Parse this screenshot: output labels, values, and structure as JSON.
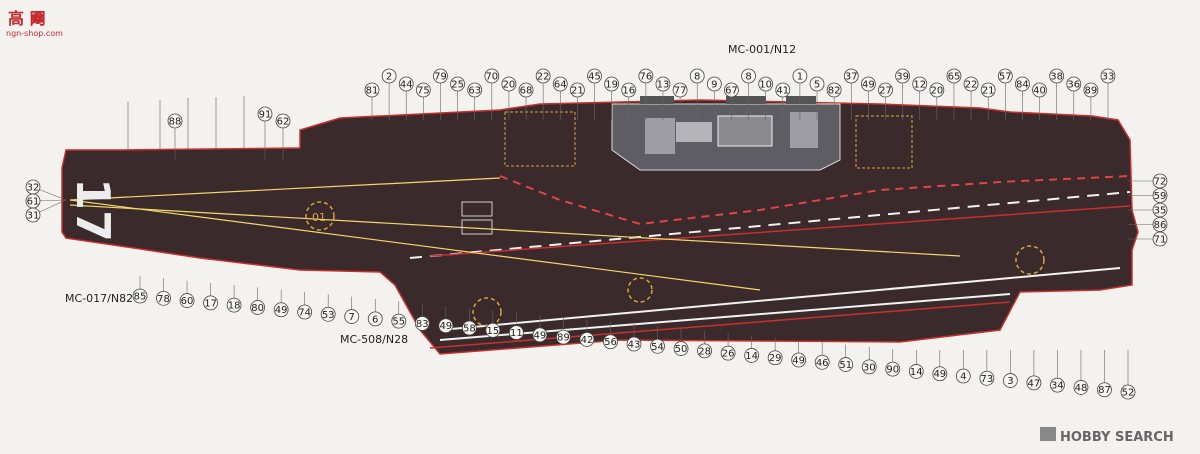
{
  "watermark": {
    "logo_text": "高 网",
    "site": "ngn-shop.com"
  },
  "hull_number": "17",
  "deck_code": "01",
  "credit": "HOBBY SEARCH",
  "callouts": {
    "main": "MC-001/N12",
    "stern": "MC-017/N82",
    "mid": "MC-508/N28"
  },
  "callout_numbers": {
    "top": [
      "81",
      "2",
      "44",
      "75",
      "79",
      "25",
      "63",
      "70",
      "20",
      "68",
      "22",
      "64",
      "21",
      "45",
      "19",
      "16",
      "76",
      "13",
      "77",
      "8",
      "9",
      "67",
      "8",
      "10",
      "41",
      "1",
      "5",
      "82",
      "37",
      "49",
      "27",
      "39",
      "12",
      "20",
      "65",
      "22",
      "21",
      "57",
      "84",
      "40",
      "38",
      "36",
      "89",
      "33"
    ],
    "left": [
      "32",
      "61",
      "31"
    ],
    "upper_left": [
      "88",
      "91",
      "62"
    ],
    "right": [
      "72",
      "59",
      "35",
      "86",
      "71"
    ],
    "bottom": [
      "85",
      "78",
      "60",
      "17",
      "18",
      "80",
      "49",
      "74",
      "53",
      "7",
      "6",
      "55",
      "83",
      "49",
      "58",
      "15",
      "11",
      "49",
      "89",
      "42",
      "56",
      "43",
      "54",
      "50",
      "28",
      "26",
      "14",
      "29",
      "49",
      "46",
      "51",
      "30",
      "90",
      "14",
      "49",
      "4",
      "73",
      "3",
      "47",
      "34",
      "48",
      "87",
      "52"
    ]
  }
}
